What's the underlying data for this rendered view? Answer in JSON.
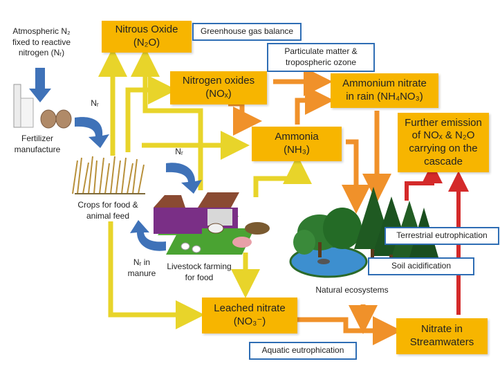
{
  "boxes": {
    "nitrous_oxide": {
      "l1": "Nitrous Oxide",
      "l2": "(N₂O)"
    },
    "nitrogen_oxides": {
      "l1": "Nitrogen oxides",
      "l2": "(NOₓ)"
    },
    "ammonium_nitrate": {
      "l1": "Ammonium nitrate",
      "l2": "in rain (NH₄NO₃)"
    },
    "ammonia": {
      "l1": "Ammonia",
      "l2": "(NH₃)"
    },
    "further_emission": {
      "l1": "Further emission",
      "l2": "of NOₓ & N₂O",
      "l3": "carrying on the",
      "l4": "cascade"
    },
    "leached_nitrate": {
      "l1": "Leached nitrate",
      "l2": "(NO₃⁻)"
    },
    "nitrate_streamwaters": {
      "l1": "Nitrate in",
      "l2": "Streamwaters"
    }
  },
  "notes": {
    "greenhouse": "Greenhouse gas balance",
    "particulate_l1": "Particulate matter &",
    "particulate_l2": "tropospheric ozone",
    "terrestrial": "Terrestrial eutrophication",
    "soil": "Soil acidification",
    "aquatic": "Aquatic eutrophication"
  },
  "labels": {
    "atmospheric_l1": "Atmospheric N₂",
    "atmospheric_l2": "fixed to reactive",
    "atmospheric_l3": "nitrogen (Nᵣ)",
    "fertilizer_l1": "Fertilizer",
    "fertilizer_l2": "manufacture",
    "nr_1": "Nᵣ",
    "nr_2": "Nᵣ",
    "crops_l1": "Crops for food &",
    "crops_l2": "animal feed",
    "nr_manure_l1": "Nᵣ in",
    "nr_manure_l2": "manure",
    "livestock_l1": "Livestock farming",
    "livestock_l2": "for food",
    "natural": "Natural ecosystems"
  },
  "colors": {
    "box_fill": "#f7b500",
    "note_border": "#2e6db4",
    "yellow_arrow": "#e8d42a",
    "orange_arrow": "#f0912a",
    "red_arrow": "#d42a2a",
    "blue_arrow": "#3f72b8"
  }
}
